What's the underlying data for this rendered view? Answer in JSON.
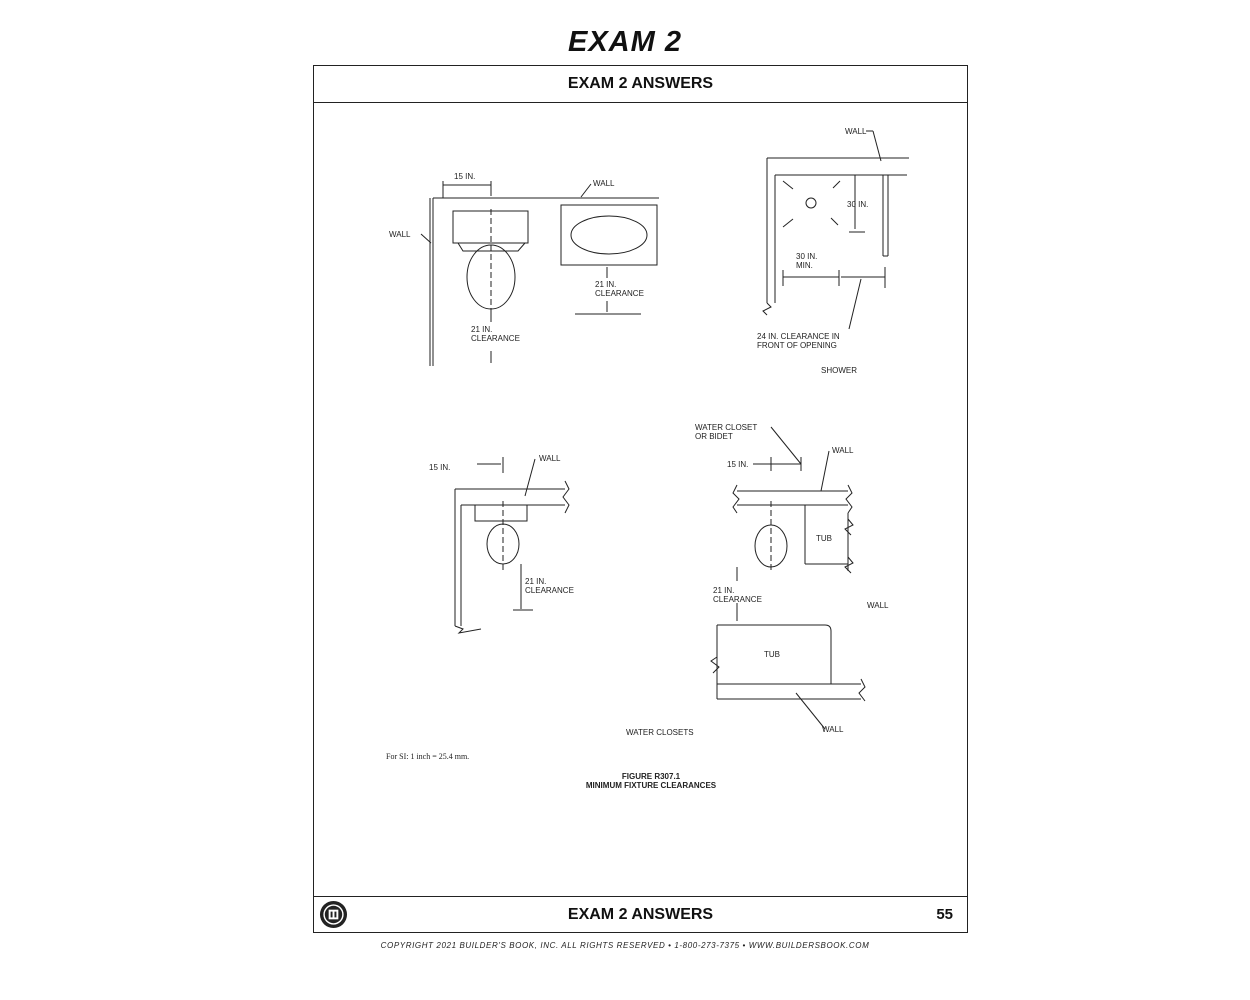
{
  "header": {
    "exam_title": "EXAM 2",
    "section_title": "EXAM 2 ANSWERS"
  },
  "figure": {
    "top_left": {
      "dim_15": "15 IN.",
      "wall_top": "WALL",
      "wall_left": "WALL",
      "clear_right_1": "21 IN.",
      "clear_right_2": "CLEARANCE",
      "clear_bottom_1": "21 IN.",
      "clear_bottom_2": "CLEARANCE"
    },
    "shower": {
      "wall": "WALL",
      "dim_30": "30 IN.",
      "dim_30_min_1": "30 IN.",
      "dim_30_min_2": "MIN.",
      "clear_1": "24 IN. CLEARANCE IN",
      "clear_2": "FRONT OF OPENING",
      "caption": "SHOWER"
    },
    "bottom_left": {
      "dim_15": "15 IN.",
      "wall": "WALL",
      "clear_1": "21 IN.",
      "clear_2": "CLEARANCE"
    },
    "bottom_right": {
      "wc_1": "WATER CLOSET",
      "wc_2": "OR BIDET",
      "dim_15": "15 IN.",
      "wall_top": "WALL",
      "tub_upper": "TUB",
      "clear_1": "21 IN.",
      "clear_2": "CLEARANCE",
      "wall_right": "WALL",
      "tub_lower": "TUB",
      "wall_bottom": "WALL",
      "caption": "WATER CLOSETS"
    },
    "si_note": "For SI: 1 inch = 25.4 mm.",
    "figure_number": "FIGURE R307.1",
    "figure_title": "MINIMUM FIXTURE CLEARANCES"
  },
  "footer": {
    "title": "EXAM 2 ANSWERS",
    "page_number": "55",
    "logo_icon": "builders-book-seal-icon",
    "copyright": "COPYRIGHT 2021 BUILDER'S BOOK, INC. ALL RIGHTS RESERVED • 1-800-273-7375 • WWW.BUILDERSBOOK.COM"
  }
}
